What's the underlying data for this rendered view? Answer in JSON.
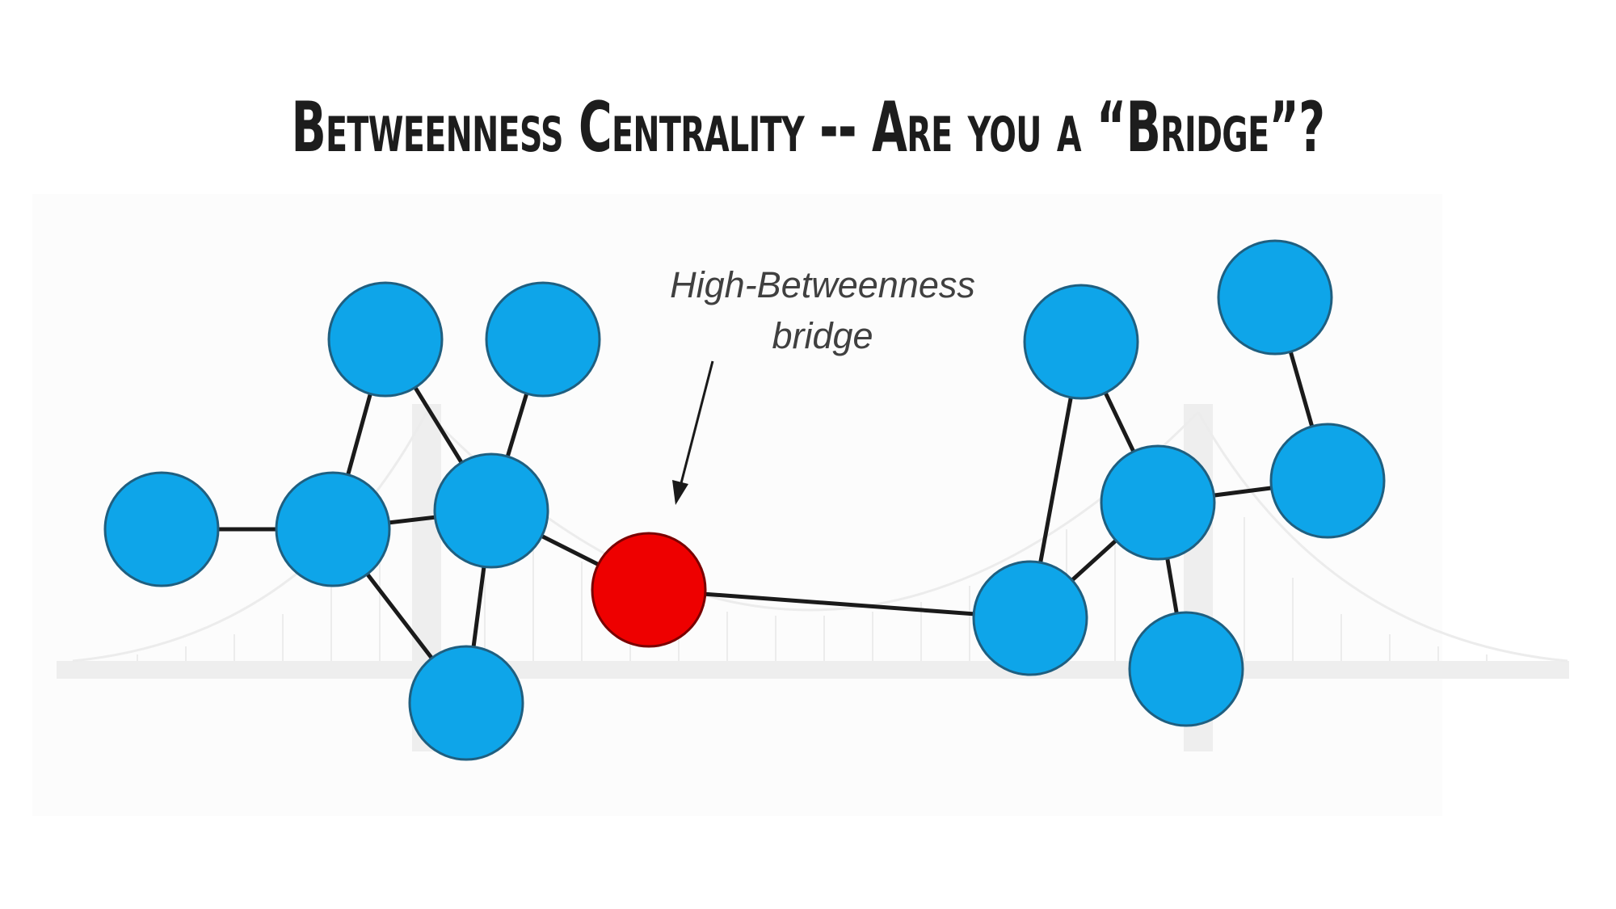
{
  "slide": {
    "title": "Betweenness Centrality -- Are you a “Bridge”?"
  },
  "diagram": {
    "annotation_line1": "High-Betweenness",
    "annotation_line2": "bridge",
    "colors": {
      "node": "#0ea5e9",
      "node_stroke": "#1f5f80",
      "bridge_node": "#ee0000",
      "bridge_node_stroke": "#7a0000",
      "edge": "#1a1a1a",
      "background_bridge": "#eeeeee"
    }
  }
}
